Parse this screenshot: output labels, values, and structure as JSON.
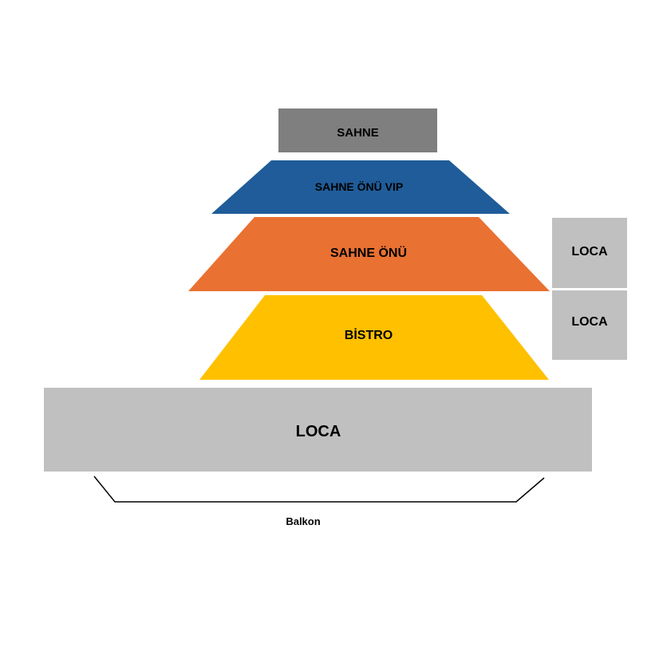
{
  "sections": {
    "sahne": {
      "label": "SAHNE",
      "color": "#7f7f7f"
    },
    "vip": {
      "label": "SAHNE ÖNÜ VIP",
      "color": "#1f5c99"
    },
    "sahne_onu": {
      "label": "SAHNE ÖNÜ",
      "color": "#e97132"
    },
    "bistro": {
      "label": "BİSTRO",
      "color": "#ffc000"
    },
    "loca_top": {
      "label": "LOCA",
      "color": "#c0c0c0"
    },
    "loca_mid": {
      "label": "LOCA",
      "color": "#c0c0c0"
    },
    "loca_main": {
      "label": "LOCA",
      "color": "#c0c0c0"
    }
  },
  "balcony": {
    "label": "Balkon"
  }
}
